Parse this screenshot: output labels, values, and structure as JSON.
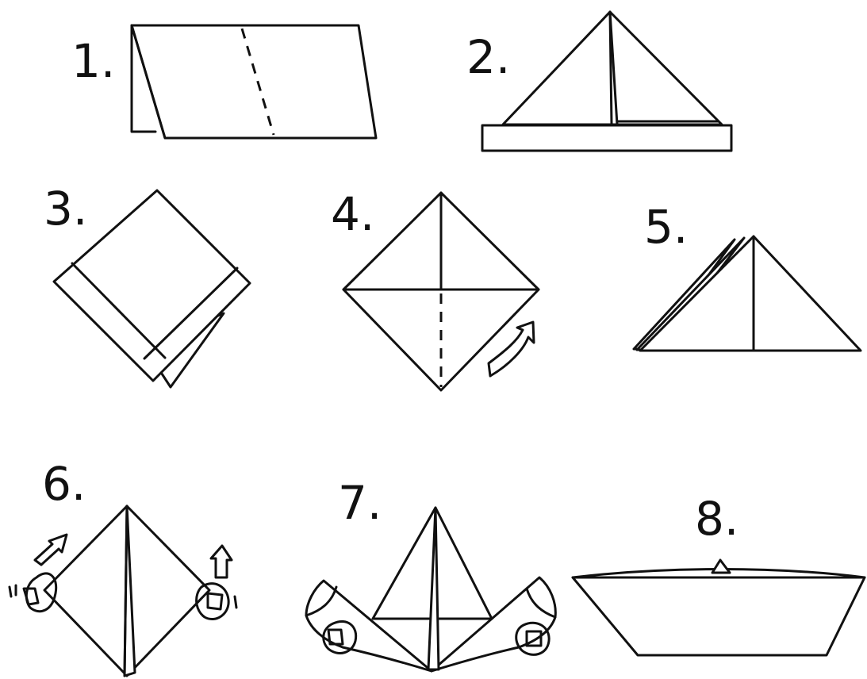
{
  "steps": [
    {
      "number": "1."
    },
    {
      "number": "2."
    },
    {
      "number": "3."
    },
    {
      "number": "4."
    },
    {
      "number": "5."
    },
    {
      "number": "6."
    },
    {
      "number": "7."
    },
    {
      "number": "8."
    }
  ],
  "colors": {
    "line": "#111111",
    "background": "#ffffff"
  }
}
